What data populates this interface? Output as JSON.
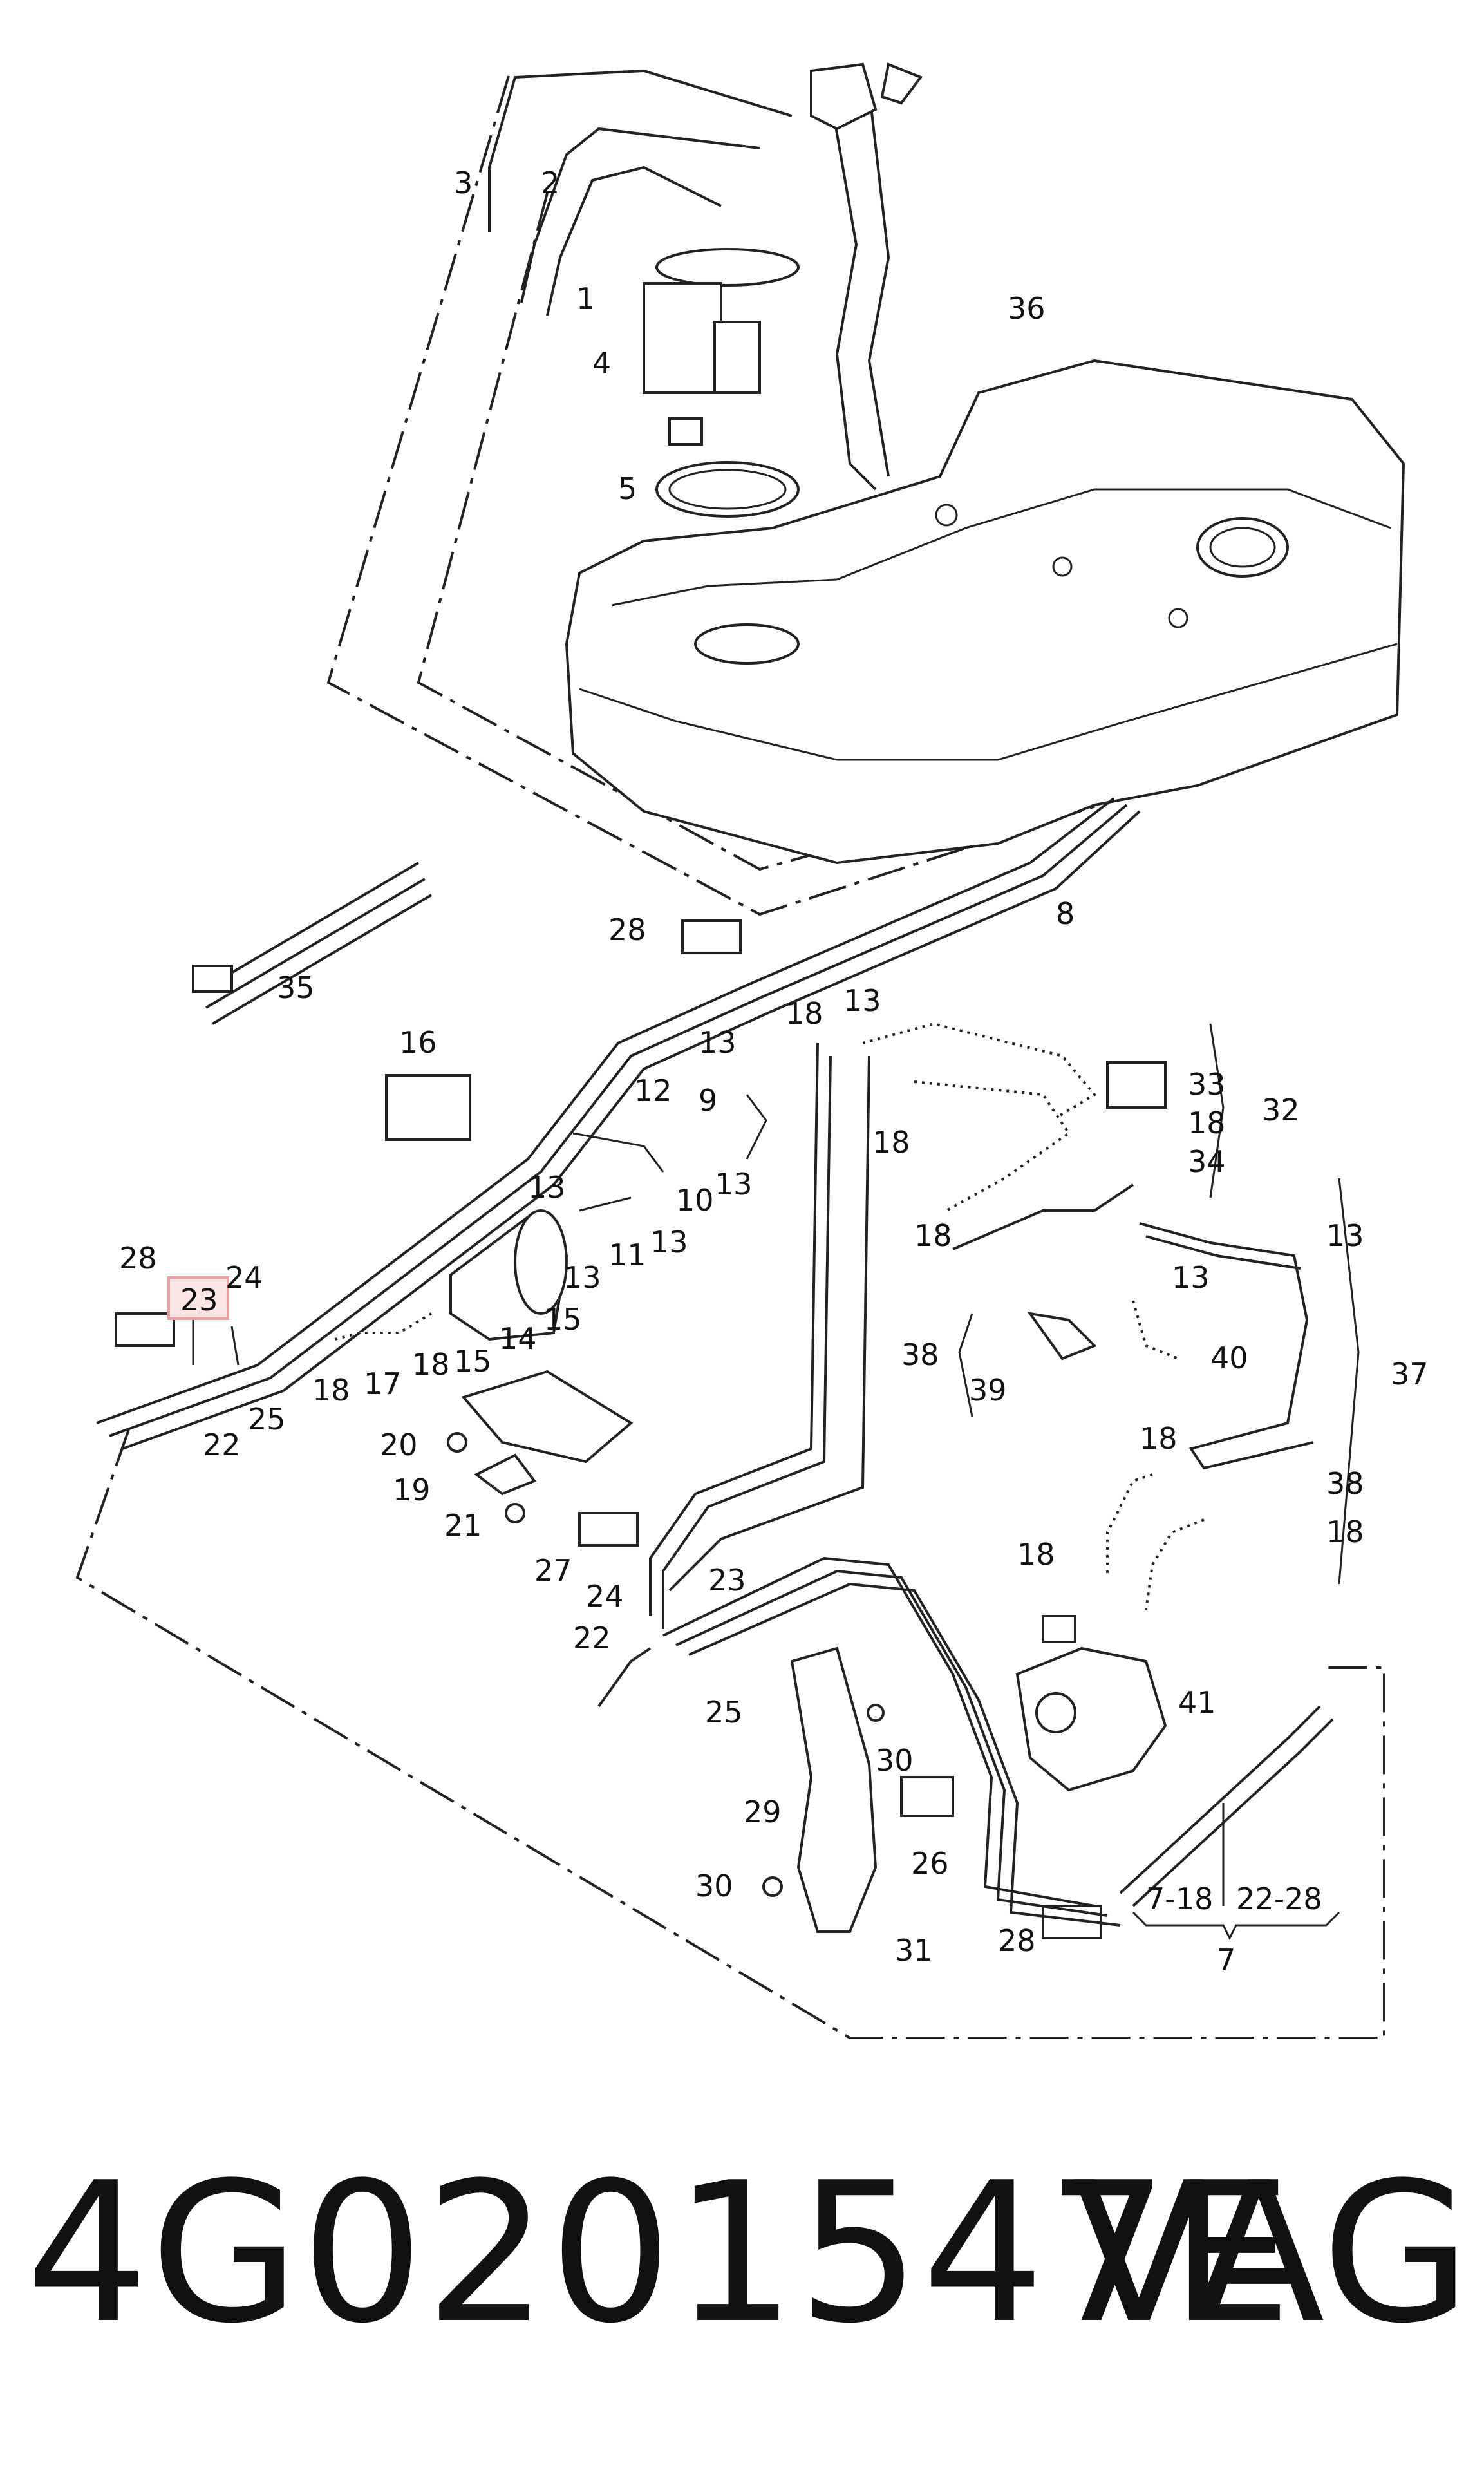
{
  "diagram": {
    "callouts": [
      {
        "label": "1"
      },
      {
        "label": "2"
      },
      {
        "label": "3"
      },
      {
        "label": "4"
      },
      {
        "label": "5"
      },
      {
        "label": "36"
      },
      {
        "label": "8"
      },
      {
        "label": "35"
      },
      {
        "label": "28"
      },
      {
        "label": "16"
      },
      {
        "label": "12"
      },
      {
        "label": "13"
      },
      {
        "label": "9"
      },
      {
        "label": "13"
      },
      {
        "label": "10"
      },
      {
        "label": "13"
      },
      {
        "label": "13"
      },
      {
        "label": "11"
      },
      {
        "label": "13"
      },
      {
        "label": "15"
      },
      {
        "label": "14"
      },
      {
        "label": "15"
      },
      {
        "label": "18"
      },
      {
        "label": "17"
      },
      {
        "label": "18"
      },
      {
        "label": "28"
      },
      {
        "label": "23"
      },
      {
        "label": "24"
      },
      {
        "label": "22"
      },
      {
        "label": "25"
      },
      {
        "label": "20"
      },
      {
        "label": "19"
      },
      {
        "label": "21"
      },
      {
        "label": "27"
      },
      {
        "label": "24"
      },
      {
        "label": "23"
      },
      {
        "label": "22"
      },
      {
        "label": "25"
      },
      {
        "label": "18"
      },
      {
        "label": "13"
      },
      {
        "label": "18"
      },
      {
        "label": "33"
      },
      {
        "label": "32"
      },
      {
        "label": "18"
      },
      {
        "label": "34"
      },
      {
        "label": "18"
      },
      {
        "label": "13"
      },
      {
        "label": "13"
      },
      {
        "label": "38"
      },
      {
        "label": "39"
      },
      {
        "label": "40"
      },
      {
        "label": "37"
      },
      {
        "label": "18"
      },
      {
        "label": "38"
      },
      {
        "label": "18"
      },
      {
        "label": "18"
      },
      {
        "label": "41"
      },
      {
        "label": "30"
      },
      {
        "label": "29"
      },
      {
        "label": "26"
      },
      {
        "label": "30"
      },
      {
        "label": "31"
      },
      {
        "label": "28"
      },
      {
        "label": "7-18"
      },
      {
        "label": "22-28"
      },
      {
        "label": "7"
      }
    ],
    "highlight": {
      "label": "23",
      "color": "#e8a0a0",
      "fill": "#fbe4e4"
    }
  },
  "footer": {
    "part_number": "4G0201547E",
    "brand": "VAG"
  }
}
